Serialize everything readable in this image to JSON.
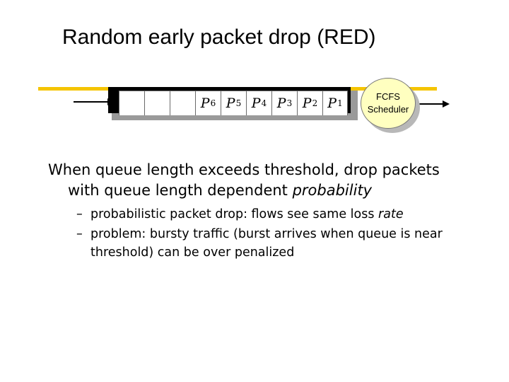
{
  "title": "Random early packet drop (RED)",
  "queue": {
    "empty_slots": 3,
    "packets": [
      {
        "label": "P",
        "sub": "6"
      },
      {
        "label": "P",
        "sub": "5"
      },
      {
        "label": "P",
        "sub": "4"
      },
      {
        "label": "P",
        "sub": "3"
      },
      {
        "label": "P",
        "sub": "2"
      },
      {
        "label": "P",
        "sub": "1"
      }
    ]
  },
  "scheduler": {
    "line1": "FCFS",
    "line2": "Scheduler"
  },
  "colors": {
    "rule": "#f5c400",
    "scheduler_fill": "#ffffc0"
  },
  "bullet": {
    "line1": "When queue length exceeds threshold, drop packets",
    "line2_prefix": "with queue length dependent ",
    "line2_em": "probability"
  },
  "sub_bullets": [
    {
      "dash": "–",
      "text": "probabilistic packet drop: flows see same loss ",
      "em": "rate"
    },
    {
      "dash": "–",
      "text": "problem: bursty traffic (burst arrives when queue is near threshold) can be over penalized",
      "em": ""
    }
  ]
}
